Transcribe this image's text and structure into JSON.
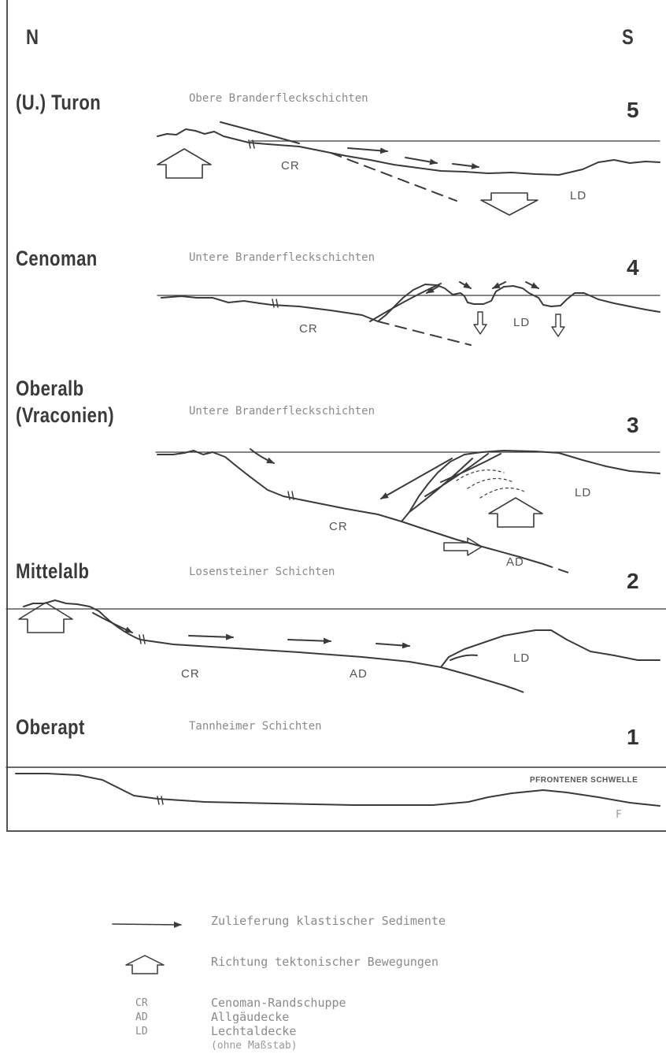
{
  "orientation": {
    "north": "N",
    "south": "S"
  },
  "stages": [
    {
      "number": "5",
      "stage": "(U.) Turon",
      "stage_line2": "",
      "formation": "Obere Branderfleckschichten"
    },
    {
      "number": "4",
      "stage": "Cenoman",
      "stage_line2": "",
      "formation": "Untere Branderfleckschichten"
    },
    {
      "number": "3",
      "stage": "Oberalb",
      "stage_line2": "(Vraconien)",
      "formation": "Untere Branderfleckschichten"
    },
    {
      "number": "2",
      "stage": "Mittelalb",
      "stage_line2": "",
      "formation": "Losensteiner Schichten"
    },
    {
      "number": "1",
      "stage": "Oberapt",
      "stage_line2": "",
      "formation": "Tannheimer Schichten"
    }
  ],
  "unit_labels": {
    "s5": {
      "cr": "CR",
      "ld": "LD"
    },
    "s4": {
      "cr": "CR",
      "ld": "LD"
    },
    "s3": {
      "cr": "CR",
      "ld": "LD",
      "ad": "AD"
    },
    "s2": {
      "cr": "CR",
      "ad": "AD",
      "ld": "LD"
    },
    "s1": {
      "swell": "PFRONTENER SCHWELLE",
      "mark": "F"
    }
  },
  "legend": {
    "arrow_label": "Zulieferung klastischer Sedimente",
    "tectonic_label": "Richtung tektonischer Bewegungen",
    "abbreviations": [
      {
        "code": "CR",
        "name": "Cenoman-Randschuppe"
      },
      {
        "code": "AD",
        "name": "Allgäudecke"
      },
      {
        "code": "LD",
        "name": "Lechtaldecke"
      }
    ],
    "scale_note": "(ohne Maßstab)"
  },
  "colors": {
    "line": "#3a3a3a",
    "text": "#333333",
    "grey_text": "#8a8a8a"
  }
}
